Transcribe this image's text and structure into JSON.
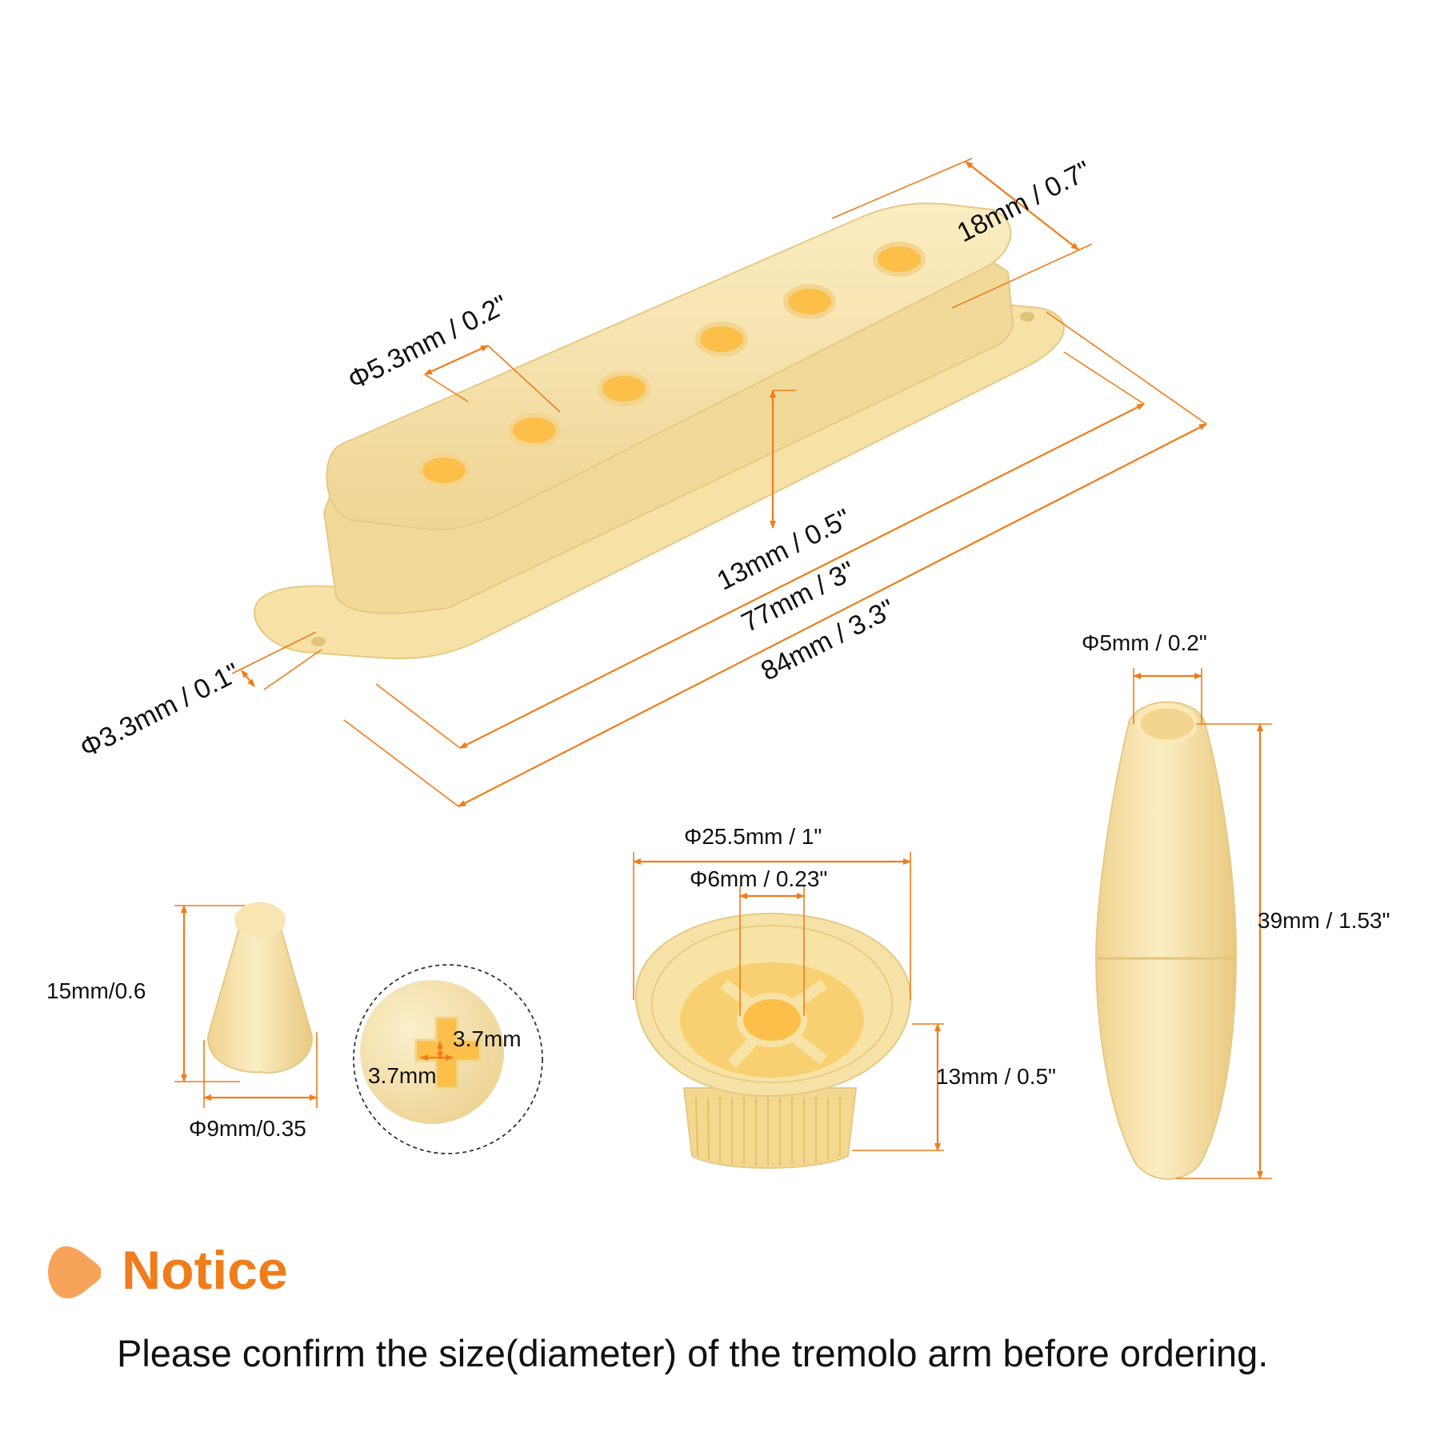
{
  "pickup_cover": {
    "width_label": "18mm / 0.7\"",
    "pole_hole_label": "Φ5.3mm / 0.2\"",
    "height_label": "13mm / 0.5\"",
    "inner_length_label": "77mm / 3\"",
    "total_length_label": "84mm / 3.3\"",
    "mount_hole_label": "Φ3.3mm / 0.1\""
  },
  "switch_tip": {
    "height_label": "15mm/0.6",
    "diameter_label": "Φ9mm/0.35",
    "slot_width_label": "3.7mm",
    "slot_height_label": "3.7mm"
  },
  "knob": {
    "outer_diameter_label": "Φ25.5mm / 1\"",
    "inner_diameter_label": "Φ6mm / 0.23\"",
    "height_label": "13mm / 0.5\""
  },
  "tremolo_tip": {
    "hole_label": "Φ5mm / 0.2\"",
    "length_label": "39mm / 1.53\""
  },
  "notice": {
    "title": "Notice",
    "text": "Please confirm the size(diameter) of the tremolo arm before ordering."
  },
  "colors": {
    "accent": "#f07c1b",
    "part": "#f6e2a6",
    "hole": "#fbbf4a"
  }
}
